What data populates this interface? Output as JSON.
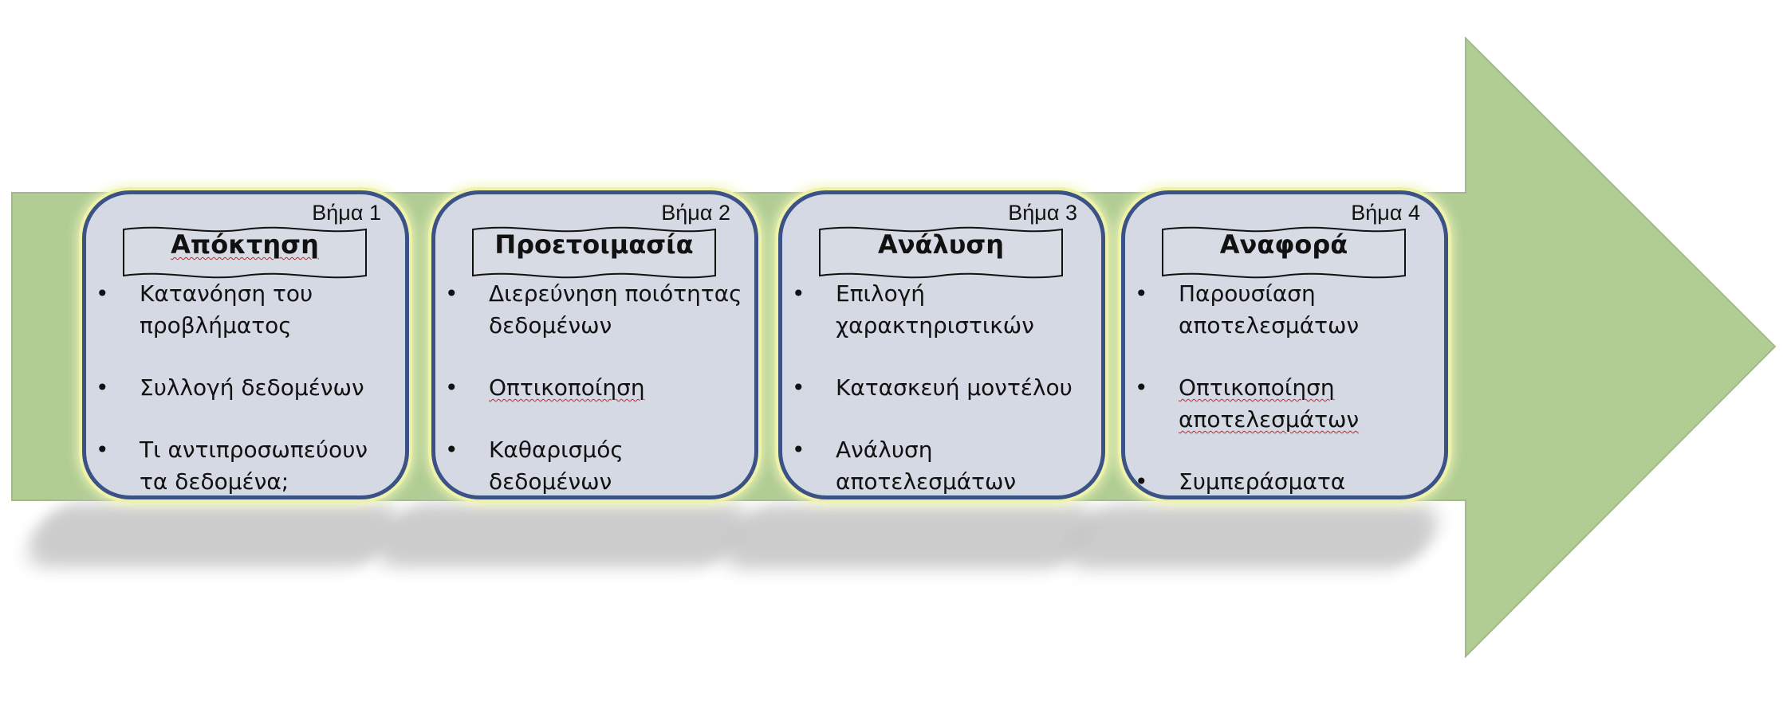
{
  "colors": {
    "arrow": "#b1cd94",
    "card_fill": "#d5d9e3",
    "card_border": "#3b5287",
    "card_glow": "#eef2a8",
    "shadow": "#c4c4c4",
    "text": "#111111",
    "spellcheck": "#d21f1f"
  },
  "steps": [
    {
      "step_label": "Βήμα 1",
      "title": "Απόκτηση",
      "items": [
        "Κατανόηση του προβλήματος",
        "Συλλογή δεδομένων",
        "Τι αντιπροσωπεύουν τα δεδομένα;"
      ]
    },
    {
      "step_label": "Βήμα 2",
      "title": "Προετοιμασία",
      "items": [
        "Διερεύνηση ποιότητας δεδομένων",
        "Οπτικοποίηση",
        "Καθαρισμός δεδομένων"
      ]
    },
    {
      "step_label": "Βήμα 3",
      "title": "Ανάλυση",
      "items": [
        "Επιλογή χαρακτηριστικών",
        "Κατασκευή μοντέλου",
        "Ανάλυση αποτελεσμάτων"
      ]
    },
    {
      "step_label": "Βήμα 4",
      "title": "Αναφορά",
      "items": [
        "Παρουσίαση αποτελεσμάτων",
        "Οπτικοποίηση αποτελεσμάτων",
        "Συμπεράσματα"
      ]
    }
  ]
}
